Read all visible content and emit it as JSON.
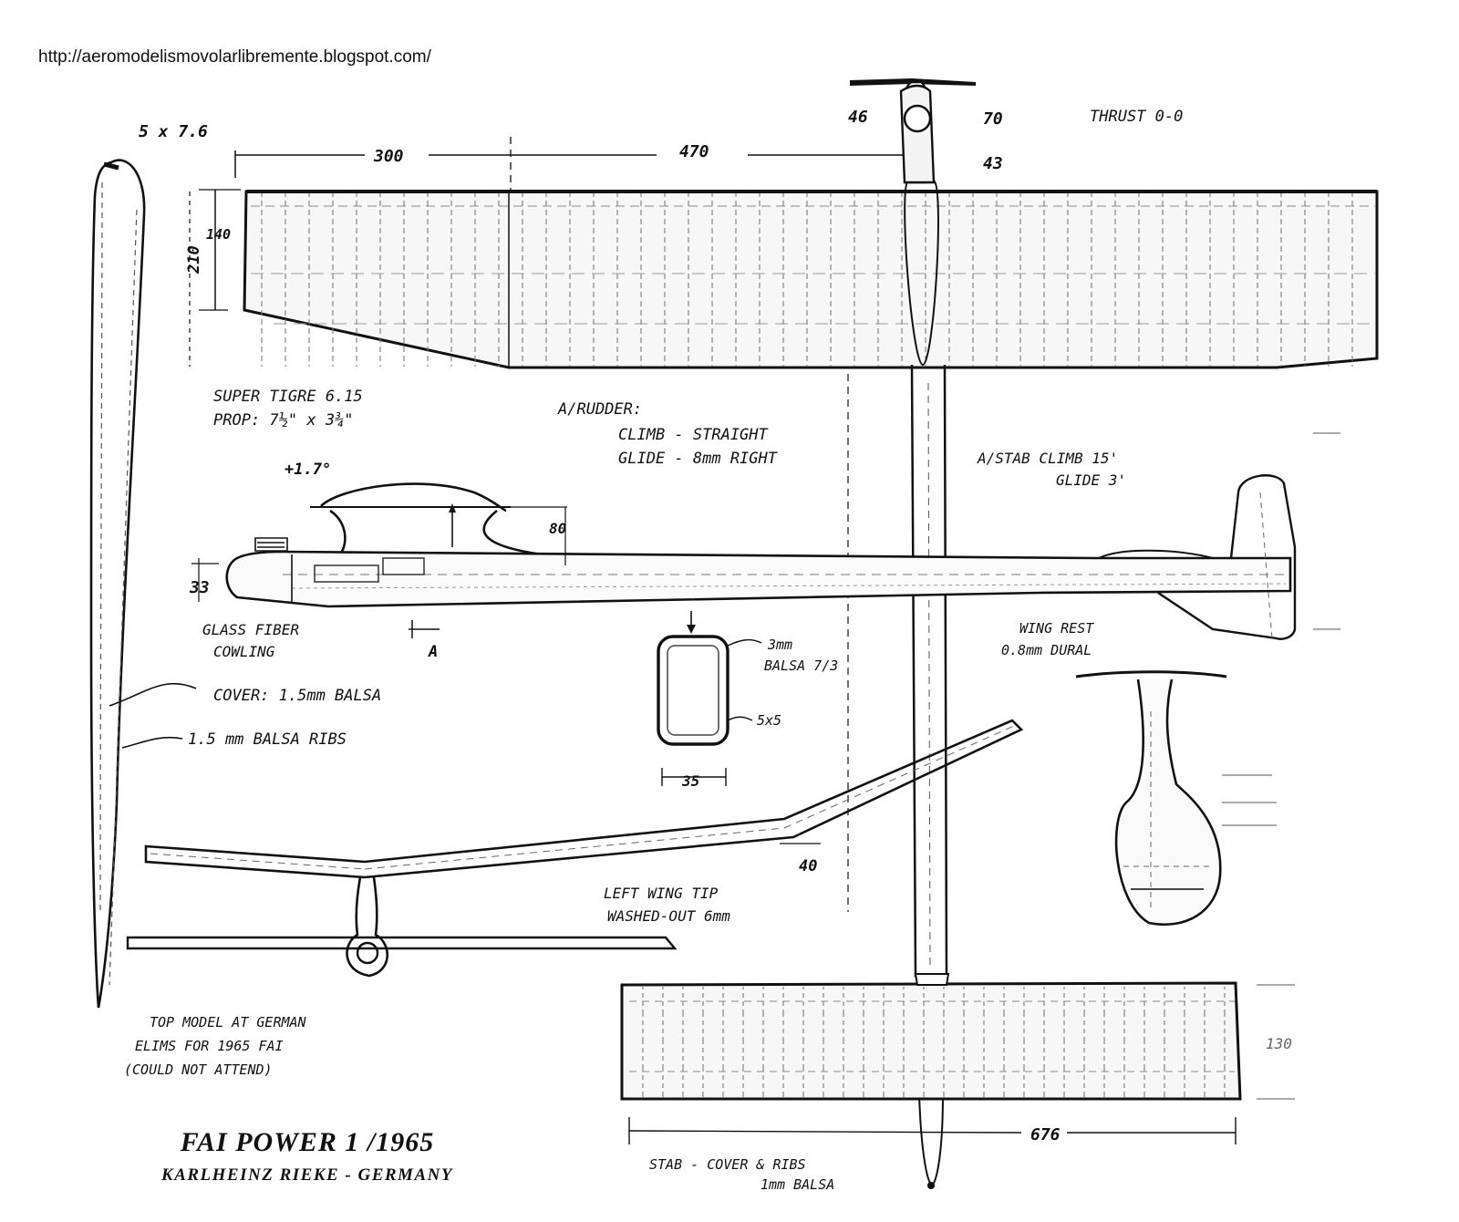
{
  "source_url": "http://aeromodelismovolarlibremente.blogspot.com/",
  "title": "FAI POWER 1 /1965",
  "author": "KARLHEINZ RIEKE - GERMANY",
  "labels": {
    "wing_tip_section": "5 x 7.6",
    "span_inner": "300",
    "span_outer": "470",
    "chord_root": "210",
    "chord_tip": "140",
    "nose_left": "46",
    "nose_right": "70",
    "nose_width": "43",
    "thrust": "THRUST 0-0",
    "engine": "SUPER TIGRE 6.15",
    "prop": "PROP: 7½\" x 3¾\"",
    "incidence": "+1.7°",
    "pylon_height": "80",
    "nose_height": "33",
    "rudder_title": "A/RUDDER:",
    "rudder_climb": "CLIMB - STRAIGHT",
    "rudder_glide": "GLIDE - 8mm RIGHT",
    "stab_climb": "A/STAB CLIMB 15'",
    "stab_glide": "GLIDE 3'",
    "cowling_1": "GLASS FIBER",
    "cowling_2": "COWLING",
    "section_mark": "A",
    "fus_section_1": "3mm",
    "fus_section_2": "BALSA 7/3",
    "fus_section_3": "5x5",
    "fus_width": "35",
    "wing_rest_1": "WING REST",
    "wing_rest_2": "0.8mm DURAL",
    "cover": "COVER: 1.5mm BALSA",
    "ribs": "1.5 mm BALSA RIBS",
    "tip_height": "40",
    "washout_1": "LEFT WING TIP",
    "washout_2": "WASHED-OUT 6mm",
    "note_1": "TOP MODEL AT GERMAN",
    "note_2": "ELIMS FOR 1965 FAI",
    "note_3": "(COULD NOT ATTEND)",
    "stab_chord": "130",
    "stab_span": "676",
    "stab_cover_1": "STAB - COVER & RIBS",
    "stab_cover_2": "1mm BALSA"
  }
}
